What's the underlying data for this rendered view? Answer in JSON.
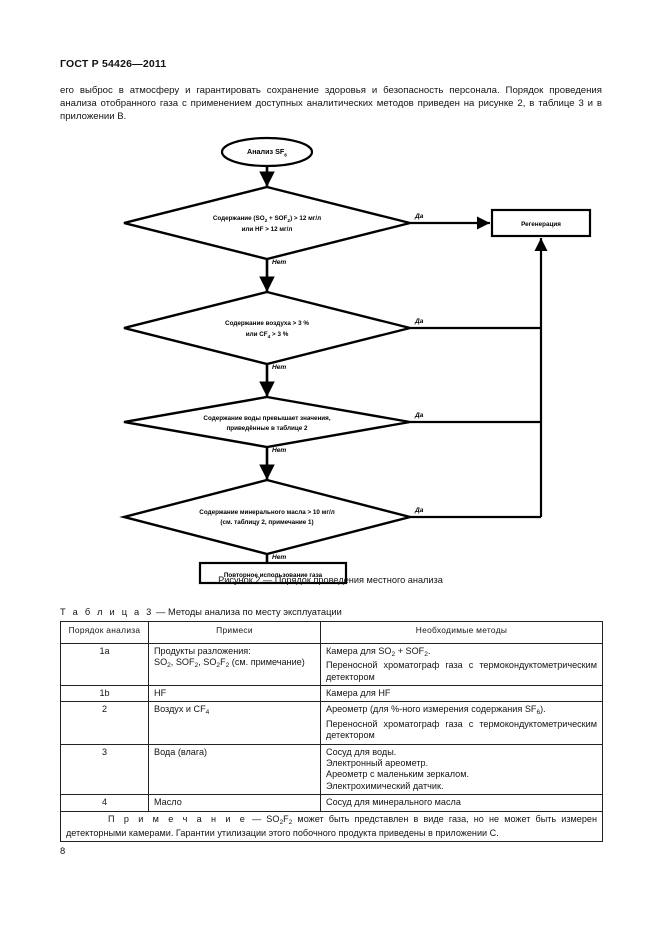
{
  "document": {
    "standard_header": "ГОСТ Р 54426—2011",
    "page_number": "8"
  },
  "body": {
    "paragraph": "его выброс в атмосферу и гарантировать сохранение здоровья и безопасность персонала. Порядок проведения анализа отобранного газа с применением доступных аналитических методов приведен на рисунке 2, в таблице 3 и в приложении В."
  },
  "figure": {
    "caption": "Рисунок 2 — Порядок проведения местного анализа",
    "start_node": {
      "text": "Анализ SF",
      "sub": "6"
    },
    "decisions": [
      {
        "line1_a": "Содержание (SO",
        "line1_sub1": "2",
        "line1_b": " + SOF",
        "line1_sub2": "2",
        "line1_c": ") > 12 мг/л",
        "line2": "или HF > 12 мг/л",
        "yes": "Да",
        "no": "Нет"
      },
      {
        "line1_a": "Содержание воздуха > 3 %",
        "line2_a": "или CF",
        "line2_sub": "4",
        "line2_b": " > 3 %",
        "yes": "Да",
        "no": "Нет"
      },
      {
        "line1": "Содержание воды превышает значения,",
        "line2": "приведённые в таблице 2",
        "yes": "Да",
        "no": "Нет"
      },
      {
        "line1": "Содержание минерального масла > 10 мг/л",
        "line2": "(см. таблицу 2, примечание 1)",
        "yes": "Да",
        "no": "Нет"
      }
    ],
    "process_node": "Регенерация",
    "end_node": "Повторное использование газа"
  },
  "table": {
    "title_label": "Т а б л и ц а  3",
    "title_dash": " — ",
    "title_text": "Методы анализа по месту эксплуатации",
    "headers": [
      "Порядок анализа",
      "Примеси",
      "Необходимые методы"
    ],
    "rows": [
      {
        "order": "1a",
        "impurity_lines": [
          "Продукты разложения:",
          "SO2, SOF2, SO2F2 (см. примечание)"
        ],
        "methods_lines": [
          "Камера для SO2 + SOF2.",
          "Переносной хроматограф газа с термокондуктометрическим детектором"
        ]
      },
      {
        "order": "1b",
        "impurity_lines": [
          "HF"
        ],
        "methods_lines": [
          "Камера для HF"
        ]
      },
      {
        "order": "2",
        "impurity_lines": [
          "Воздух и CF4"
        ],
        "methods_lines": [
          "Ареометр (для %-ного измерения содержания SF6).",
          "Переносной хроматограф газа с термокондуктометрическим детектором"
        ]
      },
      {
        "order": "3",
        "impurity_lines": [
          "Вода (влага)"
        ],
        "methods_lines": [
          "Сосуд для воды.",
          "Электронный ареометр.",
          "Ареометр с маленьким зеркалом.",
          "Электрохимический датчик."
        ]
      },
      {
        "order": "4",
        "impurity_lines": [
          "Масло"
        ],
        "methods_lines": [
          "Сосуд для минерального масла"
        ]
      }
    ],
    "note_label": "П р и м е ч а н и е",
    "note_dash": " — ",
    "note_text": "SO2F2 может быть представлен в виде газа, но не может быть измерен детекторными камерами. Гарантии утилизации этого побочного продукта приведены в приложении С."
  }
}
